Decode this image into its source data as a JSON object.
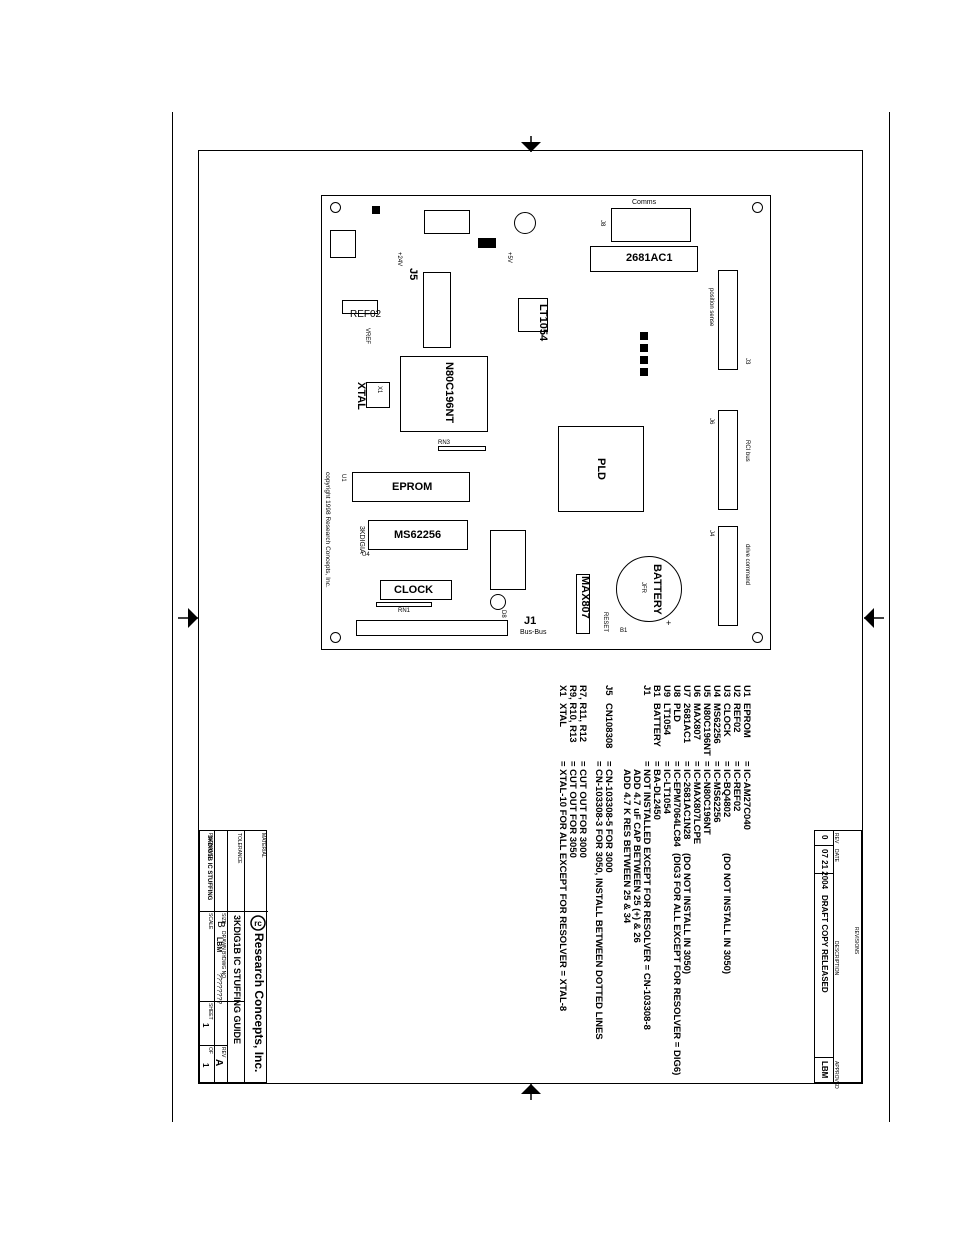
{
  "board": {
    "chips": {
      "u7": "2681AC1",
      "cpu": "N80C196NT",
      "pld": "PLD",
      "eprom": "EPROM",
      "sram": "MS62256",
      "clock": "CLOCK",
      "ref": "REF02",
      "xtal": "XTAL",
      "lt": "LT1054",
      "max": "MAX807",
      "battery": "BATTERY"
    },
    "labels": {
      "j5": "J5",
      "j1": "J1",
      "comms": "Comms",
      "position_sense": "position sense",
      "rci_bus": "RCI bus",
      "drive_command": "drive command",
      "bus_bus": "Bus-Bus",
      "copyright": "copyright 1998 Research Concepts, Inc.",
      "model": "3KDIGIA",
      "reset": "RESET",
      "jfr": "JFR",
      "plus": "+",
      "vref": "VREF",
      "plus24v": "+24V",
      "plus5v": "+5V",
      "j3": "J3",
      "j6": "J6",
      "j4": "J4",
      "j8": "J8",
      "u4": "U4",
      "u1": "U1",
      "rn3": "RN3",
      "rn1": "RN1",
      "b1": "B1",
      "x1": "X1",
      "d8": "D8"
    }
  },
  "parts_list": [
    {
      "ref": "U1",
      "part": "EPROM",
      "value": "= IC-AM27C040",
      "note": ""
    },
    {
      "ref": "U2",
      "part": "REF02",
      "value": "= IC-REF02",
      "note": ""
    },
    {
      "ref": "U3",
      "part": "CLOCK",
      "value": "= IC-BQ4802",
      "note": "(DO NOT INSTALL IN 3050)"
    },
    {
      "ref": "U4",
      "part": "MS62256",
      "value": "= IC-MS62256",
      "note": ""
    },
    {
      "ref": "U5",
      "part": "N80C196NT",
      "value": "= IC-N80C196NT",
      "note": ""
    },
    {
      "ref": "U6",
      "part": "MAX807",
      "value": "= IC-MAX807LCPE",
      "note": ""
    },
    {
      "ref": "U7",
      "part": "2681AC1",
      "value": "= IC-2681AC1N28",
      "note": "(DO NOT INSTALL IN 3050)"
    },
    {
      "ref": "U8",
      "part": "PLD",
      "value": "= IC-EPM7064LC84",
      "note": "(DIG3 FOR ALL EXCEPT FOR RESOLVER = DIG6)"
    },
    {
      "ref": "U9",
      "part": "LT1054",
      "value": "= IC-LT1054",
      "note": ""
    },
    {
      "ref": "B1",
      "part": "BATTERY",
      "value": "= BA-DL2450",
      "note": ""
    },
    {
      "ref": "J1",
      "part": "",
      "value": "= NOT INSTALLED EXCEPT FOR RESOLVER = CN-103308-8",
      "note": ""
    },
    {
      "ref": "",
      "part": "",
      "value": "ADD 4.7 uF CAP BETWEEN 25 (+) & 26",
      "note": ""
    },
    {
      "ref": "",
      "part": "",
      "value": "ADD 4.7 K RES  BETWEEN 25 & 34",
      "note": ""
    },
    {
      "ref": "J5",
      "part": "CN108308",
      "value": "= CN-103308-5 FOR 3000",
      "note": ""
    },
    {
      "ref": "",
      "part": "",
      "value": "= CN-103308-3 FOR 3050, INSTALL BETWEEN DOTTED LINES",
      "note": ""
    },
    {
      "ref": "R7, R11, R12",
      "part": "",
      "value": "= CUT OUT FOR 3000",
      "note": ""
    },
    {
      "ref": "R9, R10, R13",
      "part": "",
      "value": "= CUT OUT FOR 3050",
      "note": ""
    },
    {
      "ref": "X1",
      "part": "XTAL",
      "value": "= XTAL-10 FOR ALL EXCEPT FOR RESOLVER = XTAL-8",
      "note": ""
    }
  ],
  "revisions": {
    "header": "REVISIONS",
    "col_rev": "REV",
    "col_date": "DATE",
    "col_desc": "DESCRIPTION",
    "col_appr": "APPROVED",
    "row": {
      "rev": "0",
      "date": "07 21 2004",
      "desc": "DRAFT COPY RELEASED",
      "appr": "LBM"
    }
  },
  "title_block": {
    "company": "Research Concepts, Inc.",
    "title": "3KDIG1B IC STUFFING GUIDE",
    "size_label": "SIZE",
    "size": "B",
    "drawn_label": "DRAWN BY",
    "drawn": "LBM",
    "dwg_label": "DWG NO.",
    "dwg": "????????",
    "rev_label": "REV",
    "rev": "A",
    "scale_label": "SCALE",
    "sheet_label": "SHEET",
    "sheet": "1",
    "of_label": "OF",
    "of": "1",
    "filename_label": "FILENAME",
    "filename": "3KDIG1B IC STUFFING",
    "material_label": "MATERIAL",
    "tolerance_label": "TOLERANCE"
  }
}
